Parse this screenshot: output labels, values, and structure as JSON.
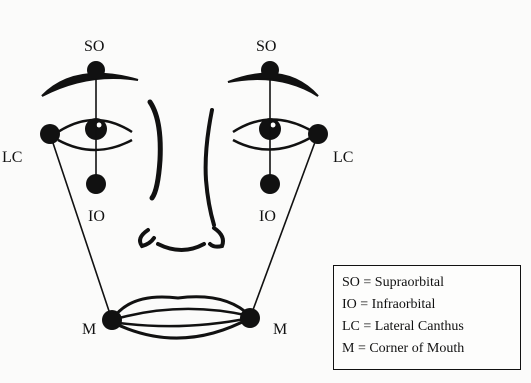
{
  "labels": {
    "so_left": "SO",
    "so_right": "SO",
    "io_left": "IO",
    "io_right": "IO",
    "lc_left": "LC",
    "lc_right": "LC",
    "m_left": "M",
    "m_right": "M"
  },
  "legend": {
    "items": [
      "SO = Supraorbital",
      "IO = Infraorbital",
      "LC = Lateral Canthus",
      "M = Corner of Mouth"
    ]
  }
}
